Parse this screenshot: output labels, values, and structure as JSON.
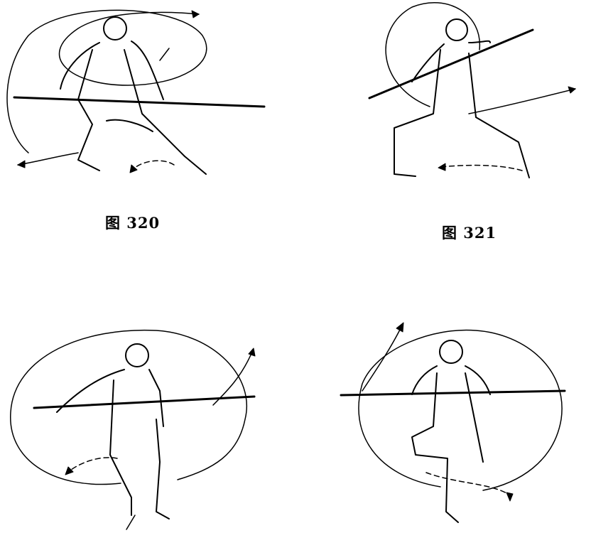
{
  "figures": [
    {
      "id": "fig-320",
      "caption": "图 320"
    },
    {
      "id": "fig-321",
      "caption": "图 321"
    },
    {
      "id": "fig-322",
      "caption": ""
    },
    {
      "id": "fig-323",
      "caption": ""
    }
  ]
}
